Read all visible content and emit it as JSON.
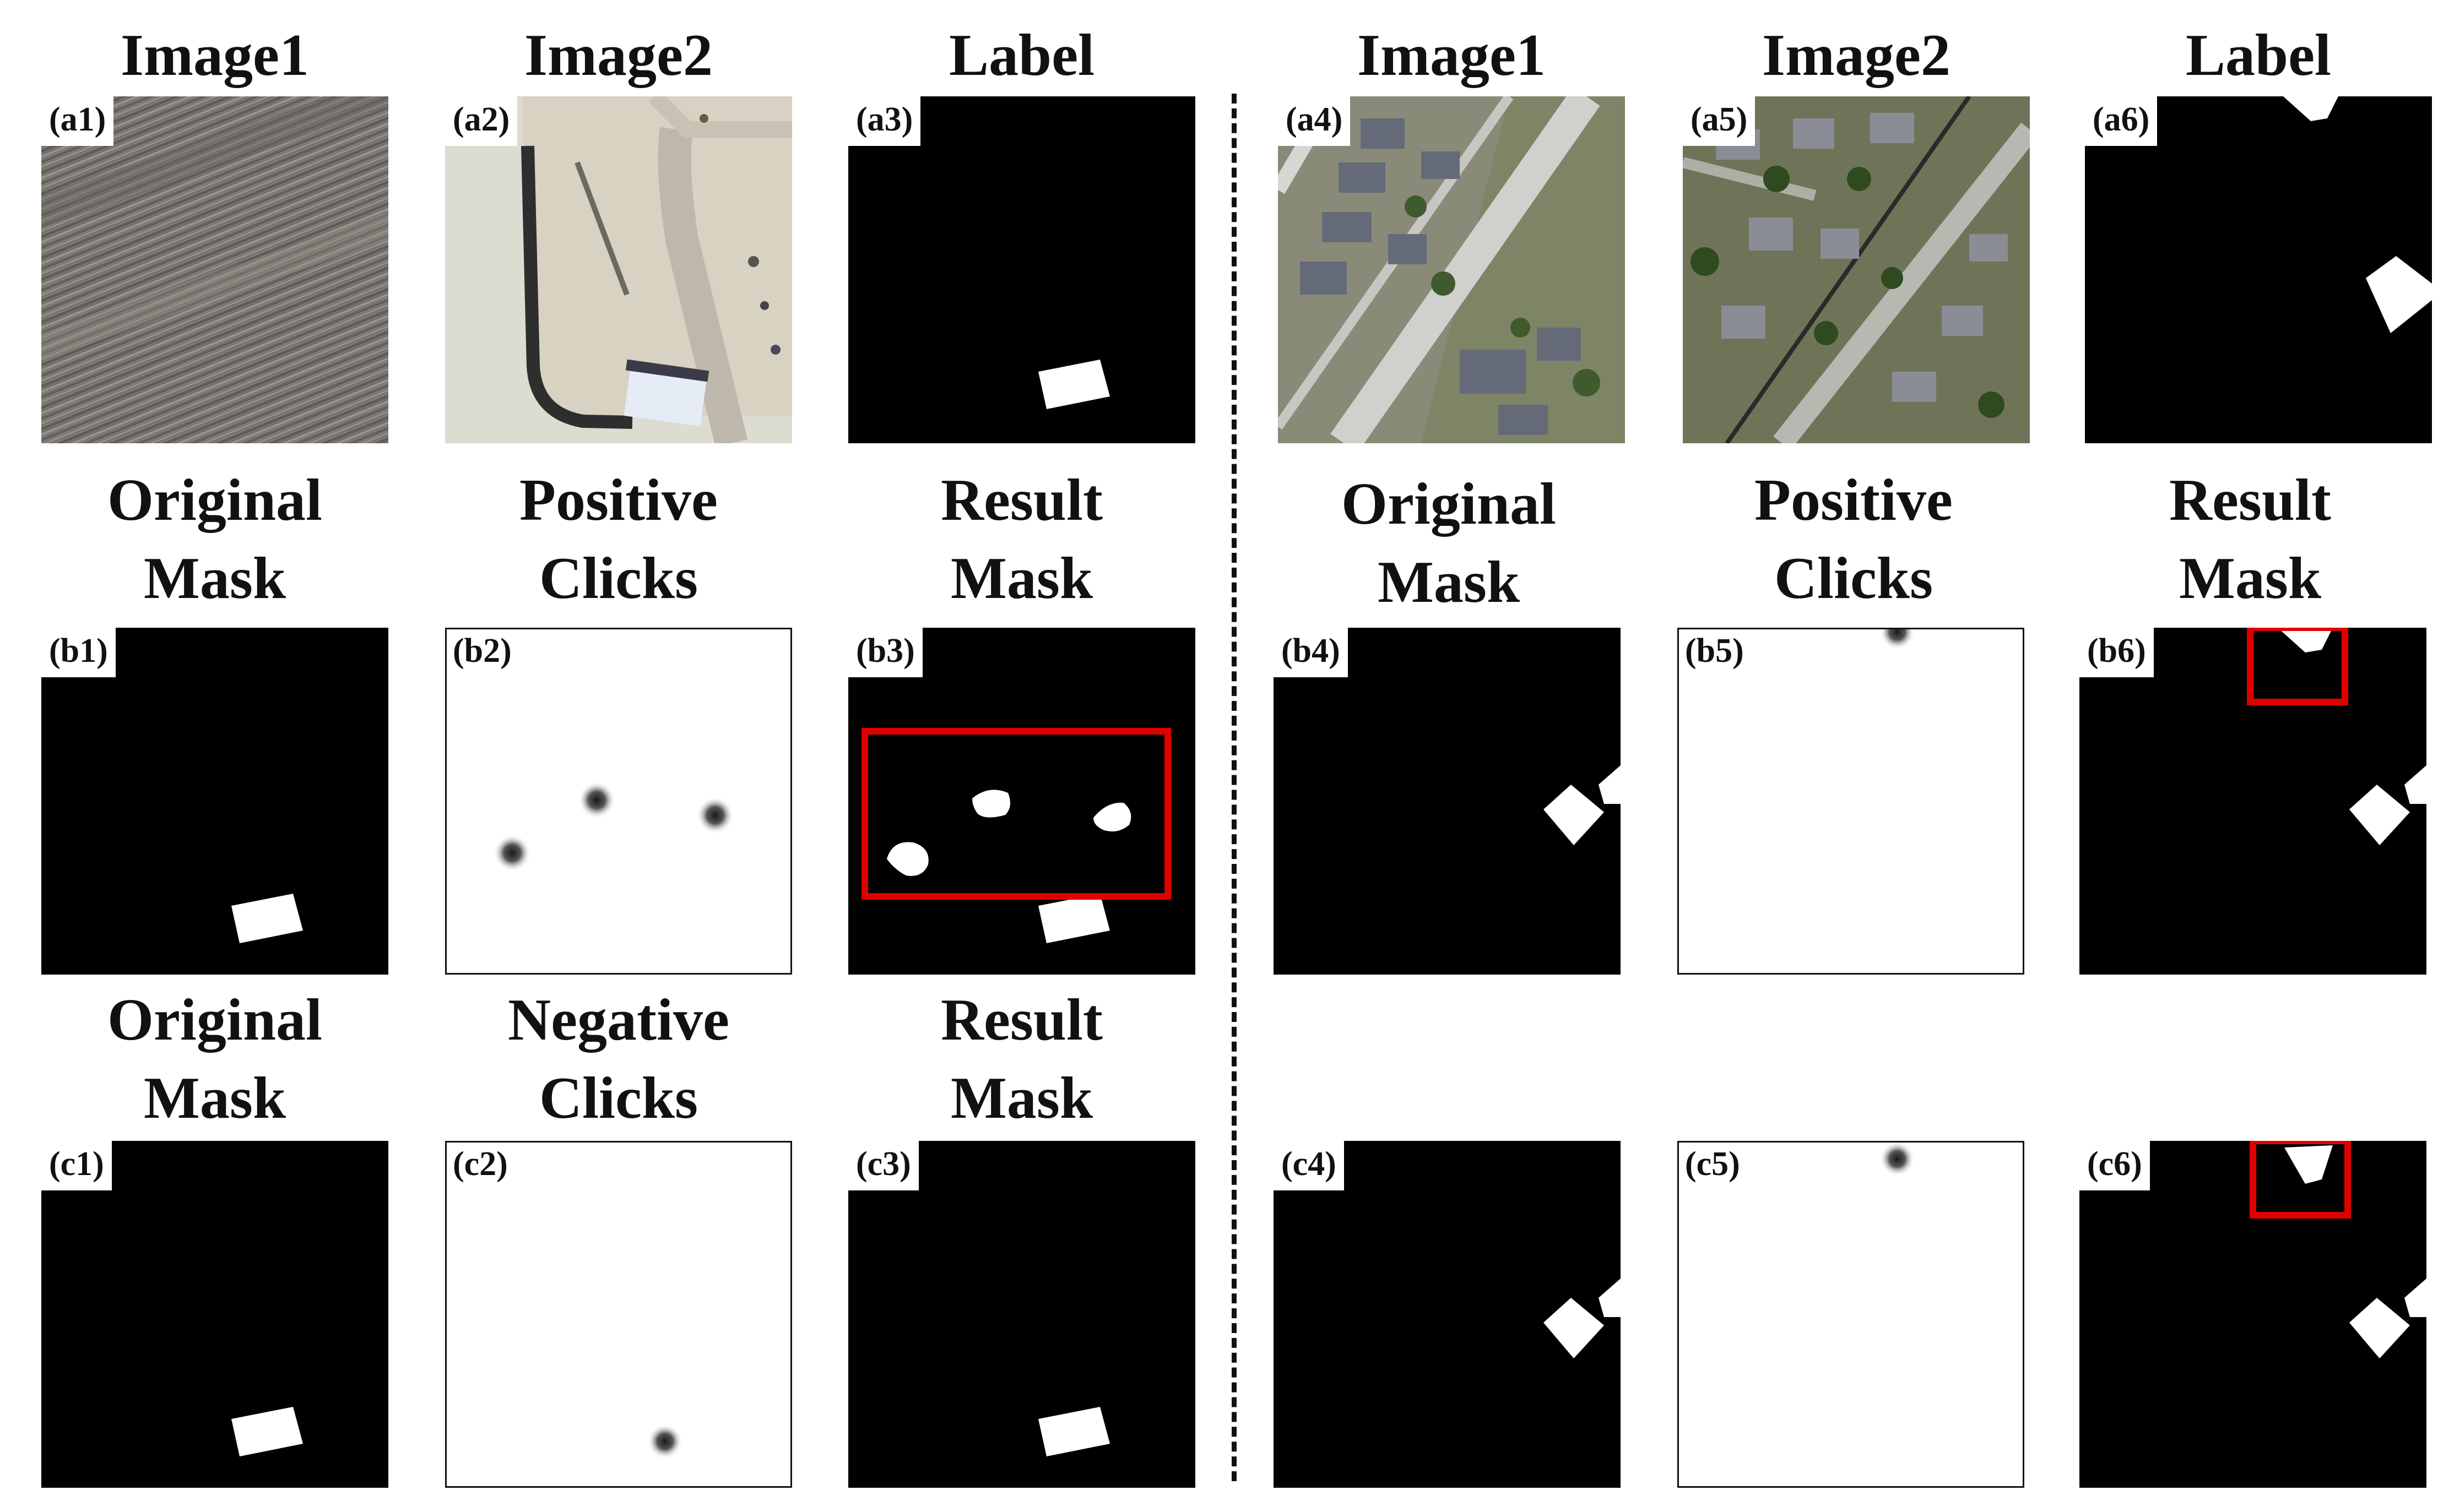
{
  "colors": {
    "mask_bg": "#000000",
    "mask_fg": "#ffffff",
    "click_dot": "#2b2b2b",
    "highlight_box": "#e00000"
  },
  "headers": {
    "row_a": [
      "Image1",
      "Image2",
      "Label",
      "Image1",
      "Image2",
      "Label"
    ],
    "row_b": [
      [
        "Original",
        "Mask"
      ],
      [
        "Positive",
        "Clicks"
      ],
      [
        "Result",
        "Mask"
      ],
      [
        "Original",
        "Mask"
      ],
      [
        "Positive",
        "Clicks"
      ],
      [
        "Result",
        "Mask"
      ]
    ],
    "row_c": [
      [
        "Original",
        "Mask"
      ],
      [
        "Negative",
        "Clicks"
      ],
      [
        "Result",
        "Mask"
      ]
    ]
  },
  "panels": {
    "a1": "(a1)",
    "a2": "(a2)",
    "a3": "(a3)",
    "a4": "(a4)",
    "a5": "(a5)",
    "a6": "(a6)",
    "b1": "(b1)",
    "b2": "(b2)",
    "b3": "(b3)",
    "b4": "(b4)",
    "b5": "(b5)",
    "b6": "(b6)",
    "c1": "(c1)",
    "c2": "(c2)",
    "c3": "(c3)",
    "c4": "(c4)",
    "c5": "(c5)",
    "c6": "(c6)"
  }
}
